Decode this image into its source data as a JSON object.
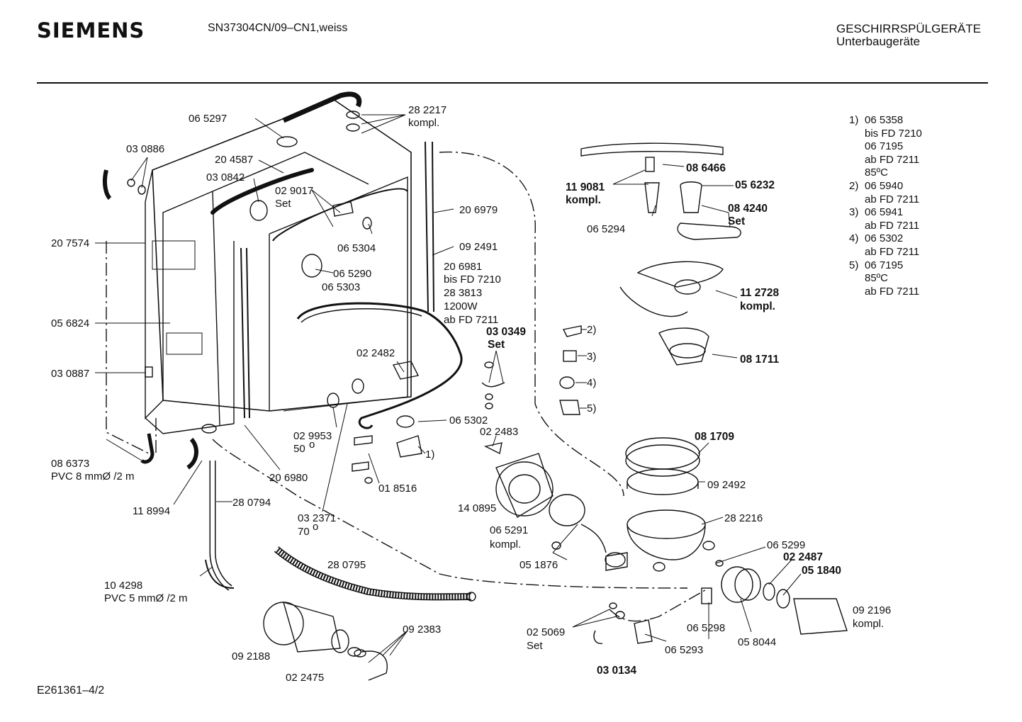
{
  "header": {
    "brand": "SIEMENS",
    "model": "SN37304CN/09–CN1,weiss",
    "category_line1": "GESCHIRRSPÜLGERÄTE",
    "category_line2": "Unterbaugeräte"
  },
  "footer": {
    "drawing_id": "E261361–4/2"
  },
  "notes": [
    {
      "n": "1)",
      "lines": [
        "06 5358",
        "bis FD 7210",
        "06 7195",
        "ab FD 7211",
        "85ºC"
      ]
    },
    {
      "n": "2)",
      "lines": [
        "06 5940",
        "ab FD 7211"
      ]
    },
    {
      "n": "3)",
      "lines": [
        "06 5941",
        "ab FD 7211"
      ]
    },
    {
      "n": "4)",
      "lines": [
        "06 5302",
        "ab FD 7211"
      ]
    },
    {
      "n": "5)",
      "lines": [
        "06 7195",
        "85ºC",
        "ab FD 7211"
      ]
    }
  ],
  "labels": {
    "p065297": "06 5297",
    "p282217": "28 2217",
    "p282217b": "kompl.",
    "p030886": "03 0886",
    "p204587": "20 4587",
    "p030842": "03 0842",
    "p029017": "02 9017",
    "p029017b": "Set",
    "p206979": "20 6979",
    "p207574": "20 7574",
    "p065304": "06 5304",
    "p092491": "09 2491",
    "p065290": "06 5290",
    "p065303": "06 5303",
    "p206981": "20 6981",
    "p206981b": "bis FD 7210",
    "p283813": "28 3813",
    "p283813b": "1200W",
    "p283813c": "ab FD 7211",
    "p056824": "05 6824",
    "p030349": "03 0349",
    "p030349b": "Set",
    "p022482": "02 2482",
    "p030887": "03 0887",
    "p029953": "02 9953",
    "p029953b": "50",
    "p065302": "06 5302",
    "p086373": "08 6373",
    "p086373b": "PVC 8 mmØ /2 m",
    "p206980": "20 6980",
    "p018516": "01 8516",
    "p118994": "11 8994",
    "p280794": "28 0794",
    "p032371": "03 2371",
    "p032371b": "70",
    "p022483": "02 2483",
    "p140895": "14 0895",
    "p065291": "06 5291",
    "p065291b": "kompl.",
    "p280795": "28 0795",
    "p051876": "05 1876",
    "p104298": "10 4298",
    "p104298b": "PVC 5 mmØ /2 m",
    "p092383": "09 2383",
    "p025069": "02 5069",
    "p025069b": "Set",
    "p092188": "09 2188",
    "p022475": "02 2475",
    "p030134": "03 0134",
    "p086466": "08 6466",
    "p119081": "11 9081",
    "p119081b": "kompl.",
    "p056232": "05 6232",
    "p084240": "08 4240",
    "p084240b": "Set",
    "p065294": "06 5294",
    "p112728": "11 2728",
    "p112728b": "kompl.",
    "p081711": "08 1711",
    "n2": "2)",
    "n3": "3)",
    "n4": "4)",
    "n5": "5)",
    "n1": "1)",
    "p081709": "08 1709",
    "p092492": "09 2492",
    "p282216": "28 2216",
    "p065299": "06 5299",
    "p022487": "02 2487",
    "p051840": "05 1840",
    "p092196": "09 2196",
    "p092196b": "kompl.",
    "p065298": "06 5298",
    "p058044": "05 8044",
    "p065293": "06 5293"
  }
}
